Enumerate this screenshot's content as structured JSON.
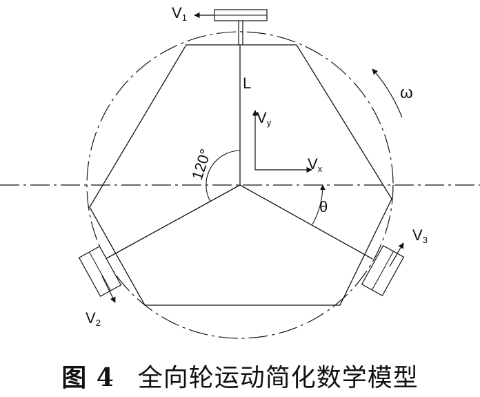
{
  "labels": {
    "v1": {
      "main": "V",
      "sub": "1"
    },
    "v2": {
      "main": "V",
      "sub": "2"
    },
    "v3": {
      "main": "V",
      "sub": "3"
    },
    "vx": {
      "main": "V",
      "sub": "x"
    },
    "vy": {
      "main": "V",
      "sub": "y"
    },
    "length": "L",
    "omega": "ω",
    "theta": "θ",
    "angle": "120°"
  },
  "caption": {
    "figure_number": "图 4",
    "title": "全向轮运动简化数学模型"
  }
}
